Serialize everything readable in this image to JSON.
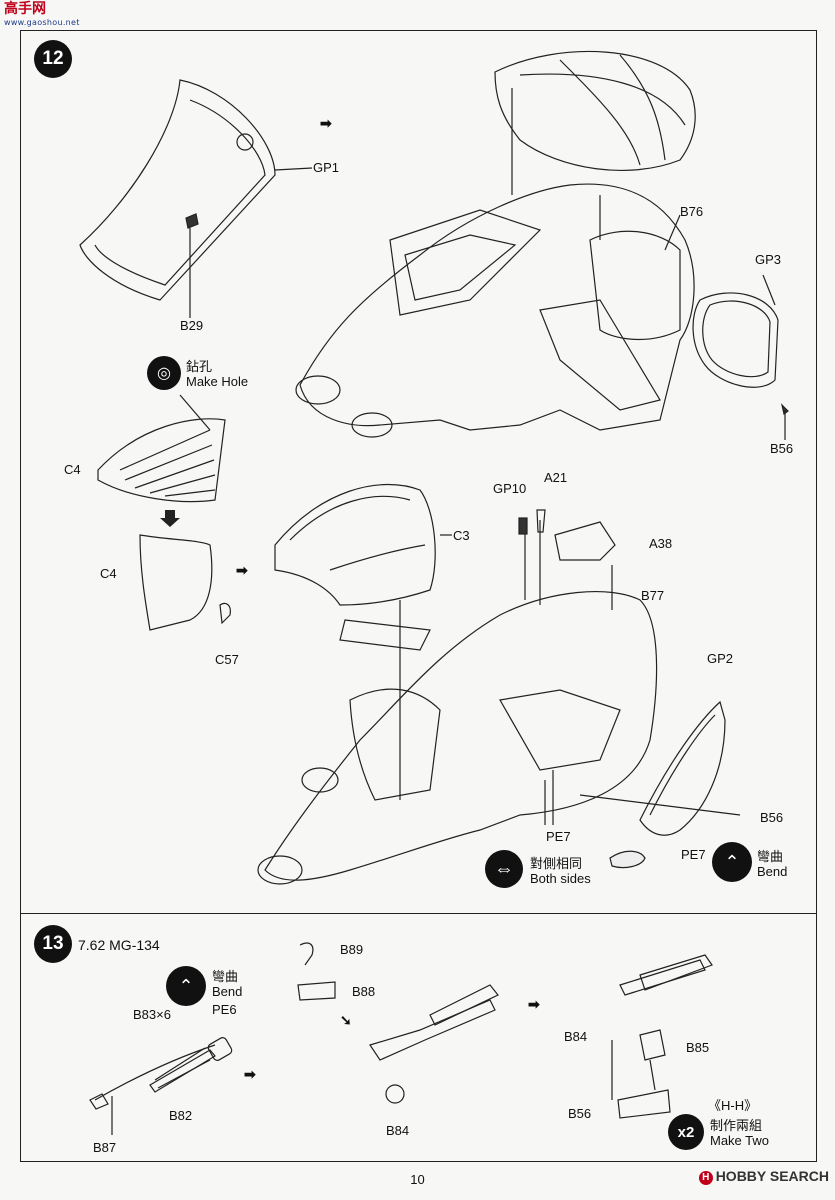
{
  "site_logo": {
    "title": "高手网",
    "url": "www.gaoshou.net"
  },
  "watermark": {
    "text": "HOBBY SEARCH"
  },
  "page_number": "10",
  "step12": {
    "number": "12",
    "parts": {
      "GP1": "GP1",
      "B29": "B29",
      "B76": "B76",
      "GP3": "GP3",
      "B56a": "B56",
      "C4a": "C4",
      "C4b": "C4",
      "C57": "C57",
      "C3": "C3",
      "GP10": "GP10",
      "A21": "A21",
      "A38": "A38",
      "B77": "B77",
      "GP2": "GP2",
      "B56b": "B56",
      "PE7a": "PE7",
      "PE7b": "PE7"
    },
    "make_hole": {
      "zh": "鉆孔",
      "en": "Make Hole"
    },
    "both_sides": {
      "zh": "對側相同",
      "en": "Both sides"
    },
    "bend": {
      "zh": "彎曲",
      "en": "Bend"
    }
  },
  "step13": {
    "number": "13",
    "title": "7.62 MG-134",
    "bend": {
      "zh": "彎曲",
      "en": "Bend"
    },
    "parts": {
      "PE6": "PE6",
      "B83": "B83×6",
      "B82": "B82",
      "B87": "B87",
      "B89": "B89",
      "B88": "B88",
      "B84a": "B84",
      "B84b": "B84",
      "B85": "B85",
      "B56": "B56"
    },
    "make_two": {
      "variant": "《H-H》",
      "multiplier": "x2",
      "zh": "制作兩組",
      "en": "Make Two"
    }
  }
}
